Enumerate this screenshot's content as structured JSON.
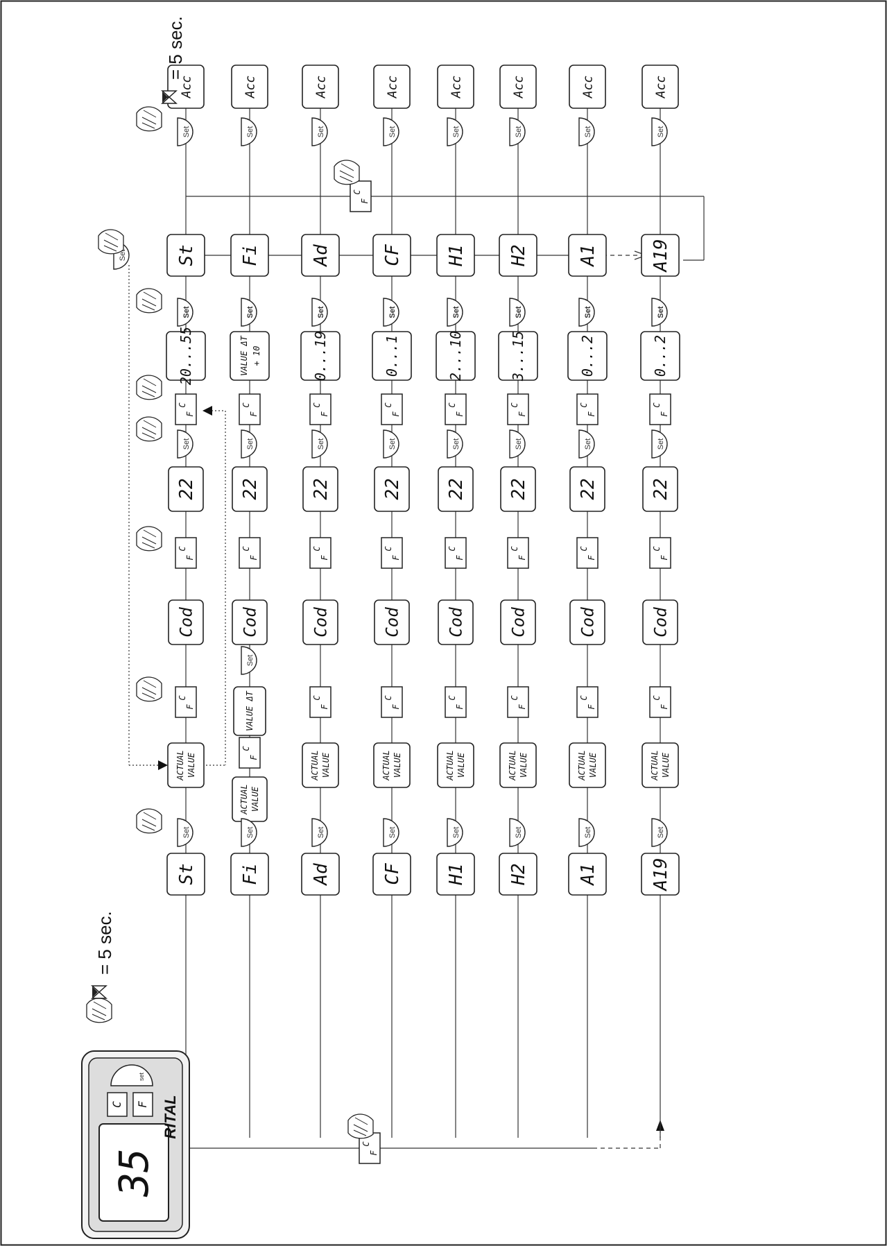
{
  "device": {
    "brand": "RITAL",
    "display": "35",
    "btn_c": "C",
    "btn_f": "F",
    "btn_set": "set"
  },
  "timing": {
    "top": "= 5 sec.",
    "left": "= 5 sec."
  },
  "rows": [
    {
      "param": "St",
      "range": "20...55",
      "range2": ""
    },
    {
      "param": "Fi",
      "range": "VALUE ΔT",
      "range2": "+ 10"
    },
    {
      "param": "Ad",
      "range": "0...19",
      "range2": ""
    },
    {
      "param": "CF",
      "range": "0...1",
      "range2": ""
    },
    {
      "param": "H1",
      "range": "2...10",
      "range2": ""
    },
    {
      "param": "H2",
      "range": "3...15",
      "range2": ""
    },
    {
      "param": "A1",
      "range": "0...2",
      "range2": ""
    },
    {
      "param": "A19",
      "range": "0...2",
      "range2": ""
    }
  ],
  "labels": {
    "set": "Set",
    "actual1": "ACTUAL",
    "actual2": "VALUE",
    "value_dt": "VALUE ΔT",
    "cod": "Cod",
    "code": "22",
    "acc": "Acc",
    "c": "C",
    "f": "F"
  }
}
